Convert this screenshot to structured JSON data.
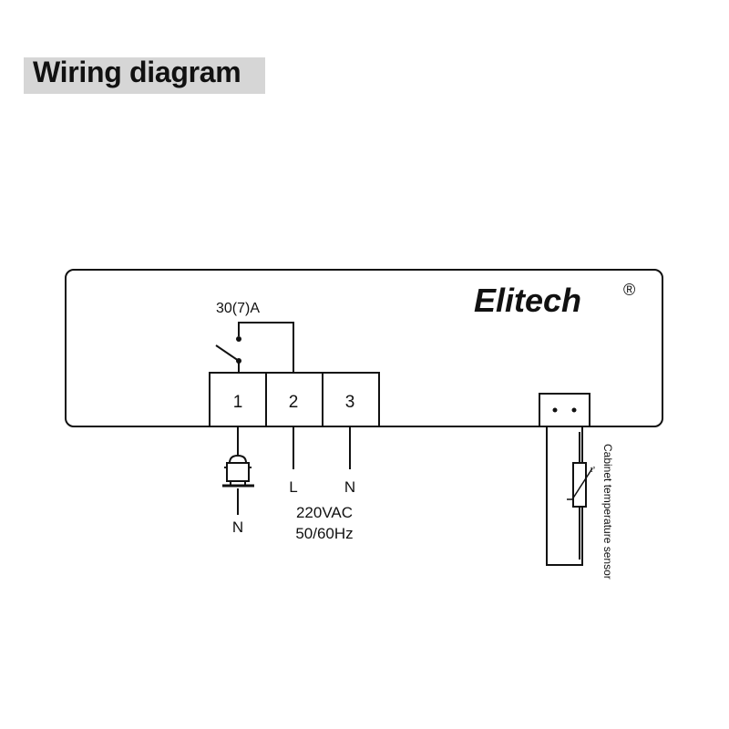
{
  "title": "Wiring diagram",
  "brand": {
    "name": "Elitech",
    "registered_mark": "®"
  },
  "relay": {
    "rating": "30(7)A"
  },
  "terminals": [
    {
      "number": "1"
    },
    {
      "number": "2"
    },
    {
      "number": "3"
    }
  ],
  "wire_labels": {
    "compressor_neutral": "N",
    "line": "L",
    "neutral": "N"
  },
  "power": {
    "voltage": "220VAC",
    "frequency": "50/60Hz"
  },
  "sensor": {
    "label": "Cabinet temperature sensor",
    "symbol": "t°"
  },
  "colors": {
    "line": "#111111",
    "title_background": "#d6d6d6"
  }
}
